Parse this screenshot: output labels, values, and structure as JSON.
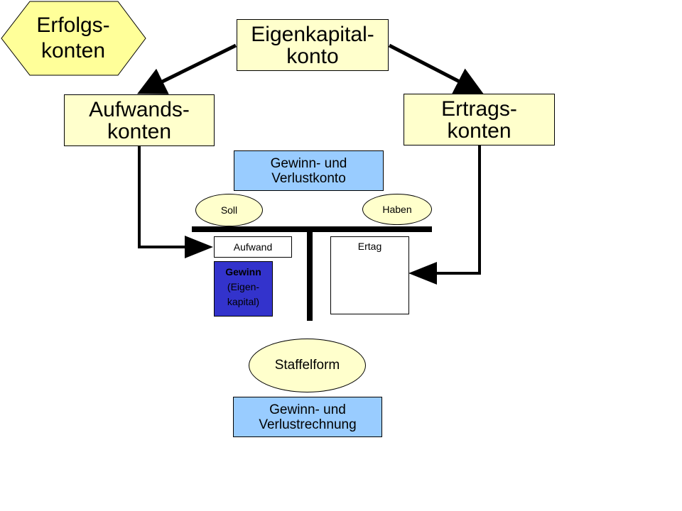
{
  "hexagon": {
    "label": "Erfolgs-\nkonten"
  },
  "equity_account": {
    "label": "Eigenkapital-\nkonto"
  },
  "expense_accounts": {
    "label": "Aufwands-\nkonten"
  },
  "revenue_accounts": {
    "label": "Ertrags-\nkonten"
  },
  "pl_account": {
    "label": "Gewinn- und\nVerlustkonto"
  },
  "t_account": {
    "soll": "Soll",
    "haben": "Haben",
    "aufwand": "Aufwand",
    "ertag": "Ertag",
    "gewinn_title": "Gewinn",
    "gewinn_sub": "(Eigen-\nkapital)"
  },
  "staffelform": {
    "label": "Staffelform"
  },
  "pl_statement": {
    "label": "Gewinn- und\nVerlustrechnung"
  },
  "colors": {
    "yellow": "#ffffcc",
    "blue": "#99ccff",
    "profit": "#3333cc"
  }
}
